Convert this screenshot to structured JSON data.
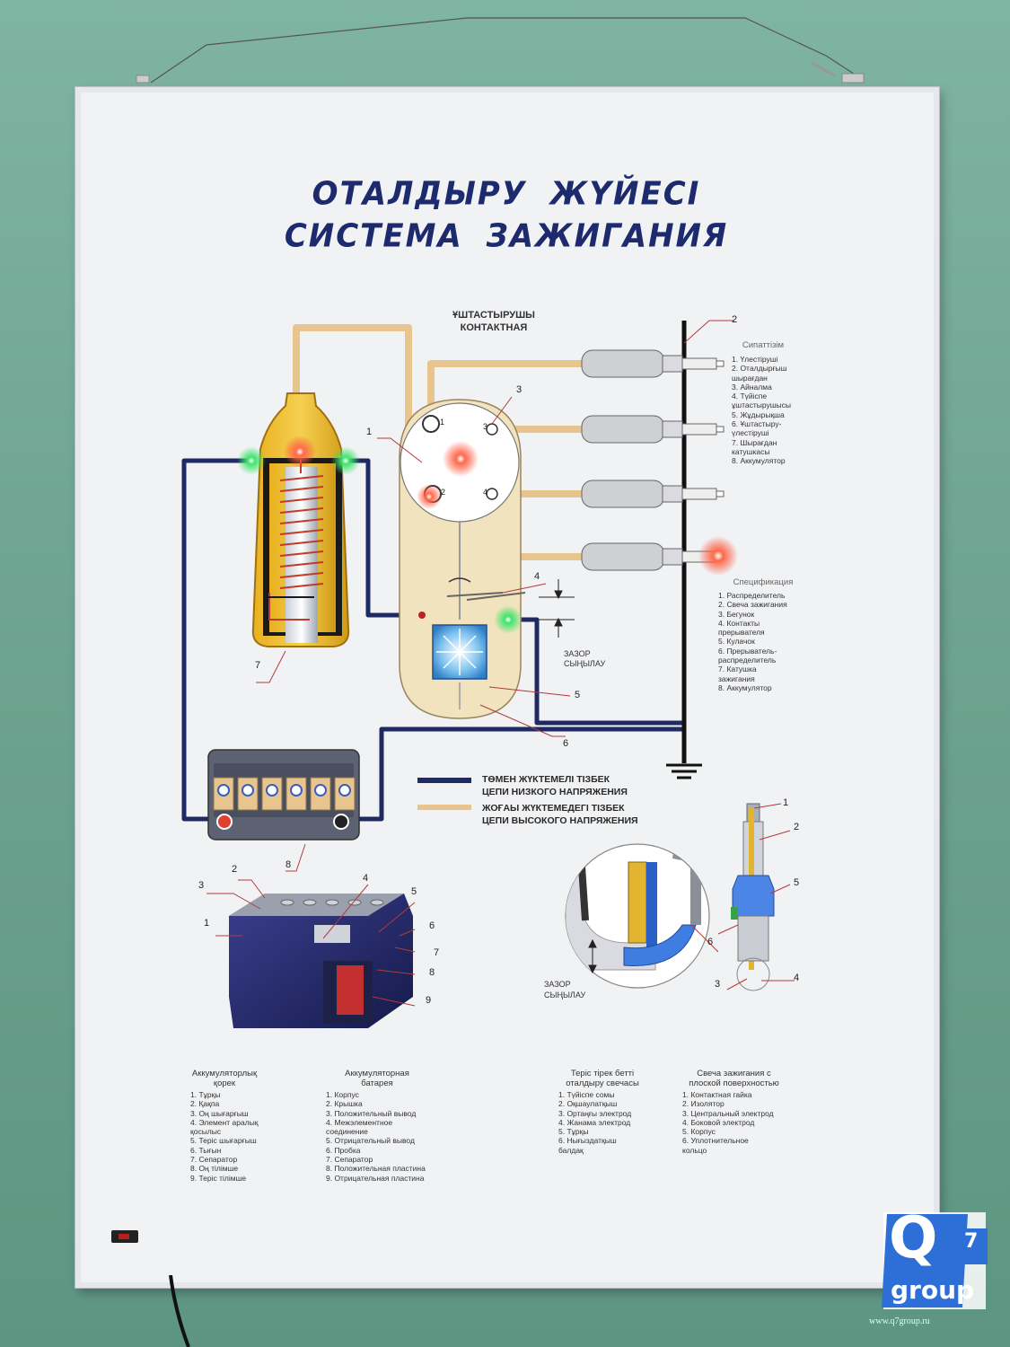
{
  "title": {
    "line1": "ОТАЛДЫРУ  ЖҮЙЕСІ",
    "line2": "СИСТЕМА   ЗАЖИГАНИЯ"
  },
  "diagram": {
    "contact_label": [
      "ҰШТАСТЫРУШЫ",
      "КОНТАКТНАЯ"
    ],
    "gap_label": [
      "ЗАЗОР",
      "СЫҢЫЛАУ"
    ],
    "callouts": [
      "1",
      "2",
      "3",
      "4",
      "5",
      "6",
      "7",
      "8"
    ],
    "distributor_terminals": [
      "1",
      "2",
      "3",
      "4"
    ],
    "list_kz": {
      "title": "Сипаттізім",
      "items": [
        "1. Үлестіруші",
        "2. Отaлдырғыш\nшырағдан",
        "3. Айналма",
        "4. Түйіспе\nұштастырушысы",
        "5. Жұдырықша",
        "6. Ұштастыру-\nүлестіруші",
        "7. Шырағдан\nкатушкасы",
        "8. Аккумулятор"
      ]
    },
    "list_ru": {
      "title": "Спецификация",
      "items": [
        "1. Распределитель",
        "2. Свеча зажигания",
        "3. Бегунок",
        "4. Контакты\nпрерывателя",
        "5. Кулачок",
        "6. Прерыватель-\nраспределитель",
        "7. Катушка\nзажигания",
        "8. Аккумулятор"
      ]
    }
  },
  "legend": {
    "low": [
      "ТӨМЕН ЖҮКТЕМЕЛІ ТІЗБЕК",
      "ЦЕПИ НИЗКОГО НАПРЯЖЕНИЯ"
    ],
    "high": [
      "ЖОҒАЫ ЖҮКТЕМЕДЕГІ ТІЗБЕК",
      "ЦЕПИ ВЫСОКОГО НАПРЯЖЕНИЯ"
    ]
  },
  "battery_callouts": [
    "1",
    "2",
    "3",
    "4",
    "5",
    "6",
    "7",
    "8",
    "9"
  ],
  "plug_callouts": [
    "1",
    "2",
    "3",
    "4",
    "5",
    "6"
  ],
  "plug_gap_label": [
    "ЗАЗОР",
    "СЫҢЫЛАУ"
  ],
  "bottom_lists": [
    {
      "title": "Аккумуляторлық\nқорек",
      "items": [
        "1. Тұрқы",
        "2. Қақпа",
        "3. Оң шығарғыш",
        "4. Элемент аралық\nқосылыс",
        "5. Теріс шығарғыш",
        "6. Тығын",
        "7. Сепаратор",
        "8. Оң тілімше",
        "9. Теріс тілімше"
      ]
    },
    {
      "title": "Аккумуляторная\nбатарея",
      "items": [
        "1. Корпус",
        "2. Крышка",
        "3. Положительный  вывод",
        "4. Межэлементное\nсоединение",
        "5. Отрицательный  вывод",
        "6. Пробка",
        "7. Сепаратор",
        "8. Положительная  пластина",
        "9. Отрицательная  пластина"
      ]
    },
    {
      "title": "Теріс тірек бетті\nоталдыру свечасы",
      "items": [
        "1. Түйіспе сомы",
        "2. Оқшаулатқыш",
        "3. Ортаңғы электрод",
        "4. Жанама электрод",
        "5. Тұрқы",
        "6. Нығыздатқыш\nбалдақ"
      ]
    },
    {
      "title": "Свеча зажигания с\nплоской поверхностью",
      "items": [
        "1. Контактная гайка",
        "2. Изолятор",
        "3. Центральный электрод",
        "4. Боковой электрод",
        "5. Корпус",
        "6. Уплотнительное\nкольцо"
      ]
    }
  ],
  "logo": {
    "letter": "Q",
    "digit": "7",
    "word": "group",
    "site": "www.q7group.ru"
  },
  "colors": {
    "low_voltage": "#1f2a63",
    "high_voltage": "#e8c48f",
    "title": "#1d2a6e",
    "led_green": "#39e06a",
    "led_red": "#ff4a3a",
    "logo_blue": "#2d6fd6"
  }
}
